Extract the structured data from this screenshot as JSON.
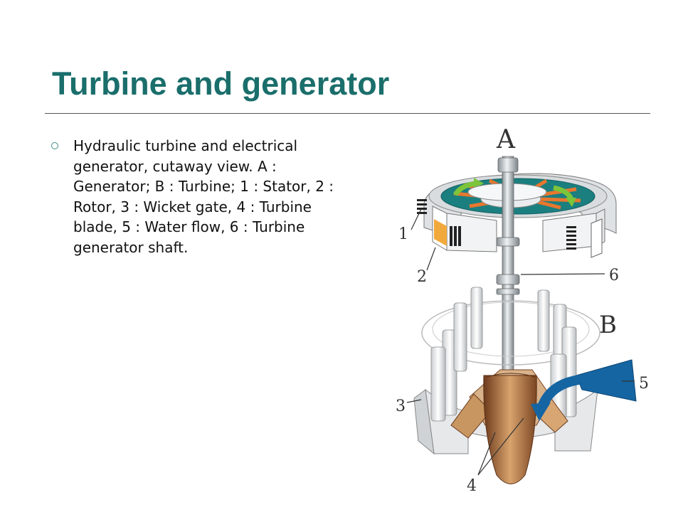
{
  "slide": {
    "title": "Turbine and generator",
    "bullets": [
      {
        "icon": "hollow-circle-bullet-icon",
        "text": "Hydraulic turbine and electrical generator, cutaway view. A : Generator; B : Turbine; 1 : Stator, 2 : Rotor, 3 : Wicket gate, 4 : Turbine blade, 5 : Water flow, 6 : Turbine generator shaft."
      }
    ]
  },
  "figure": {
    "labels": {
      "generator": "A",
      "turbine": "B",
      "stator": "1",
      "rotor": "2",
      "wicket_gate": "3",
      "turbine_blade": "4",
      "water_flow": "5",
      "shaft": "6"
    }
  },
  "colors": {
    "title": "#1a6e6b",
    "water_flow": "#1565a3",
    "rotor_teal": "#1b7f80",
    "rotor_orange": "#e8772e",
    "bronze": "#b87a45"
  }
}
